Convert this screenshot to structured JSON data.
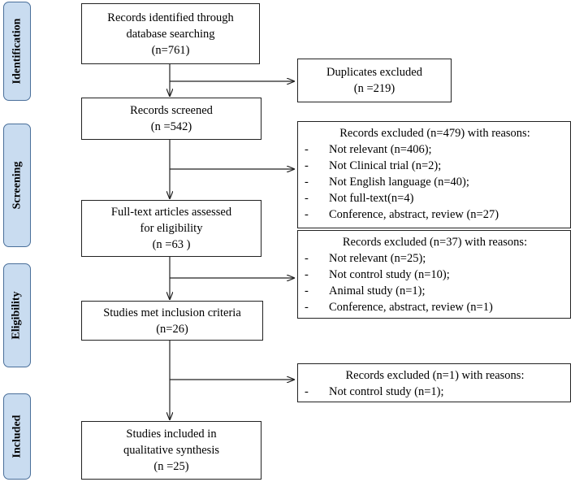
{
  "stages": {
    "identification": "Identification",
    "screening": "Screening",
    "eligibility": "Eligibility",
    "included": "Included"
  },
  "main_boxes": {
    "identified": [
      "Records identified through",
      "database searching",
      "(n=761)"
    ],
    "screened": [
      "Records screened",
      "(n =542)"
    ],
    "fulltext": [
      "Full-text articles assessed",
      "for eligibility",
      "(n =63 )"
    ],
    "inclusion": [
      "Studies met inclusion criteria",
      "(n=26)"
    ],
    "synthesis": [
      "Studies included in",
      "qualitative synthesis",
      "(n =25)"
    ]
  },
  "side_boxes": {
    "duplicates": [
      "Duplicates excluded",
      "(n =219)"
    ],
    "excluded_screening": {
      "heading": "Records excluded (n=479) with reasons:",
      "items": [
        "Not relevant (n=406);",
        "Not Clinical trial (n=2);",
        "Not English language (n=40);",
        "Not full-text(n=4)",
        "Conference, abstract, review (n=27)"
      ]
    },
    "excluded_eligibility": {
      "heading": "Records excluded (n=37) with reasons:",
      "items": [
        "Not relevant (n=25);",
        "Not control study (n=10);",
        "Animal study (n=1);",
        "Conference, abstract, review (n=1)"
      ]
    },
    "excluded_inclusion": {
      "heading": "Records excluded (n=1) with reasons:",
      "items": [
        "Not control study (n=1);"
      ]
    }
  },
  "bullet": "-"
}
